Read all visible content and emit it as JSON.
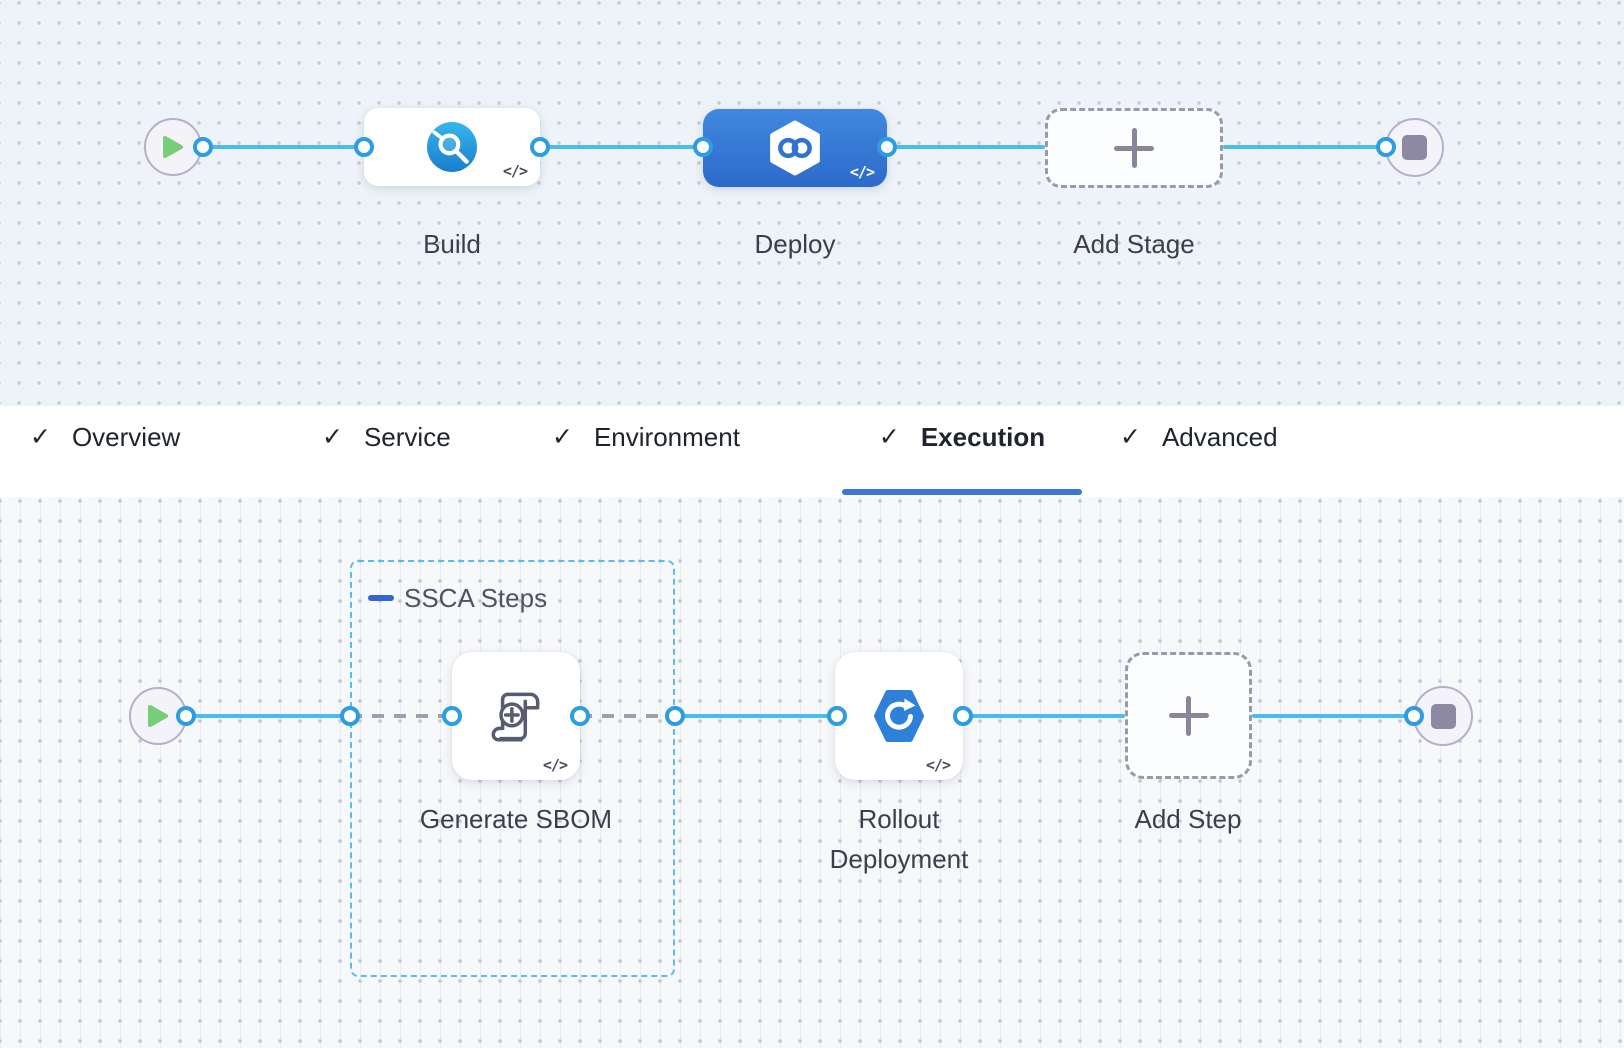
{
  "glyphs": {
    "check": "✓",
    "code": "</>"
  },
  "top_pipeline": {
    "stages": [
      {
        "label": "Build",
        "icon": "ci-build-icon"
      },
      {
        "label": "Deploy",
        "icon": "cd-harness-icon"
      },
      {
        "label": "Add Stage",
        "icon": "plus-icon"
      }
    ]
  },
  "tabs": {
    "active": "Execution",
    "items": [
      {
        "label": "Overview",
        "checked": true
      },
      {
        "label": "Service",
        "checked": true
      },
      {
        "label": "Environment",
        "checked": true
      },
      {
        "label": "Execution",
        "checked": true
      },
      {
        "label": "Advanced",
        "checked": true
      }
    ]
  },
  "execution": {
    "group": {
      "label": "SSCA Steps",
      "collapse_icon": "minus-icon"
    },
    "steps": [
      {
        "label": "Generate SBOM",
        "icon": "sbom-scroll-icon"
      },
      {
        "label": "Rollout Deployment",
        "icon": "rollout-icon"
      },
      {
        "label": "Add Step",
        "icon": "plus-icon"
      }
    ]
  },
  "colors": {
    "wire_blue": "#4cbbee",
    "port_border": "#2d9ce2",
    "dashed_gray": "#9aa0ac",
    "deploy_gradient_top": "#4088df",
    "deploy_gradient_bottom": "#2d6aca",
    "tab_underline": "#3a76d3",
    "group_border": "#58bdeb",
    "canvas_top_bg": "#edf3f8",
    "canvas_bottom_bg": "#f7f8fa",
    "play_green": "#76ce77",
    "node_gray_purple": "#8d89a2"
  }
}
